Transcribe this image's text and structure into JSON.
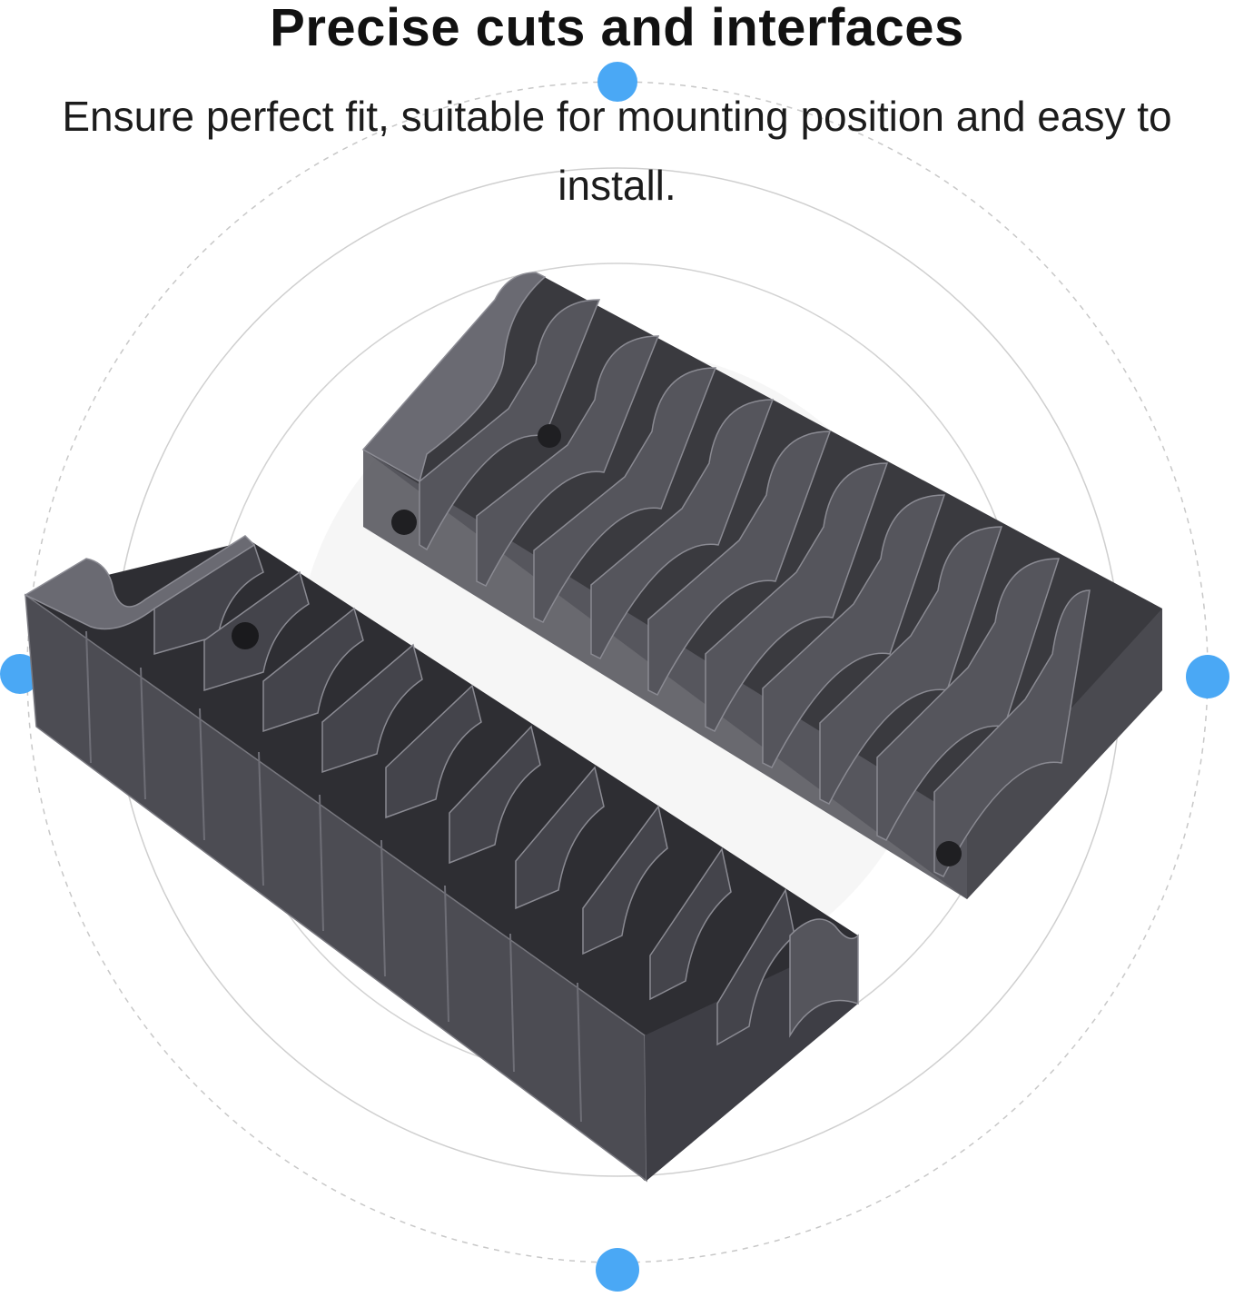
{
  "headline": "Precise cuts and interfaces",
  "subline": "Ensure perfect fit, suitable for mounting position and easy to install.",
  "colors": {
    "accent_dot": "#4aa8f5",
    "orbit_line": "#bdbdbd",
    "product_body": "#3f3f44",
    "product_dark": "#2a2a2e",
    "product_edge": "#7a7a80"
  },
  "products": [
    {
      "name": "comb-organizer-tray",
      "slots": 10
    },
    {
      "name": "comb-organizer-tray",
      "slots": 10
    }
  ]
}
